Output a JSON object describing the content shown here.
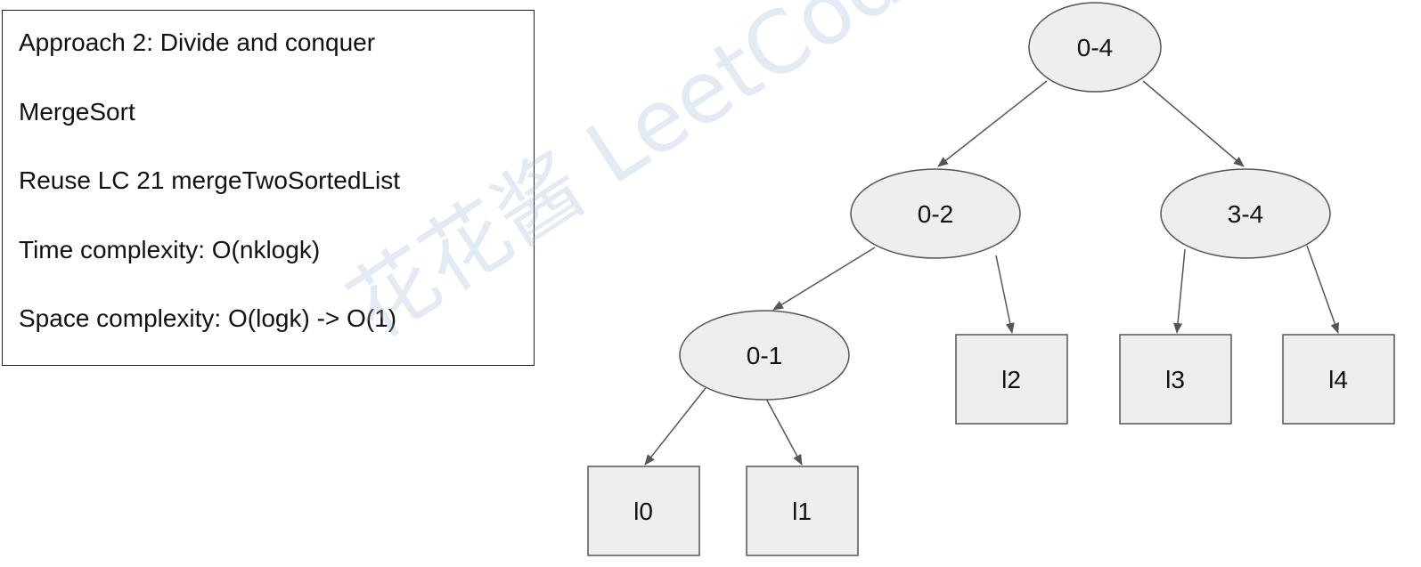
{
  "notes": {
    "lines": [
      "Approach 2: Divide and conquer",
      "MergeSort",
      "Reuse LC 21 mergeTwoSortedList",
      "Time complexity: O(nklogk)",
      "Space complexity: O(logk) -> O(1)"
    ]
  },
  "tree": {
    "nodes": [
      {
        "id": "n04",
        "label": "0-4",
        "shape": "ellipse"
      },
      {
        "id": "n02",
        "label": "0-2",
        "shape": "ellipse"
      },
      {
        "id": "n34",
        "label": "3-4",
        "shape": "ellipse"
      },
      {
        "id": "n01",
        "label": "0-1",
        "shape": "ellipse"
      },
      {
        "id": "l2",
        "label": "l2",
        "shape": "box"
      },
      {
        "id": "l3",
        "label": "l3",
        "shape": "box"
      },
      {
        "id": "l4",
        "label": "l4",
        "shape": "box"
      },
      {
        "id": "l0",
        "label": "l0",
        "shape": "box"
      },
      {
        "id": "l1",
        "label": "l1",
        "shape": "box"
      }
    ],
    "edges": [
      {
        "from": "n04",
        "to": "n02"
      },
      {
        "from": "n04",
        "to": "n34"
      },
      {
        "from": "n02",
        "to": "n01"
      },
      {
        "from": "n02",
        "to": "l2"
      },
      {
        "from": "n34",
        "to": "l3"
      },
      {
        "from": "n34",
        "to": "l4"
      },
      {
        "from": "n01",
        "to": "l0"
      },
      {
        "from": "n01",
        "to": "l1"
      }
    ],
    "colors": {
      "node_fill": "#eeeeee",
      "node_stroke": "#555555",
      "edge": "#555555"
    }
  },
  "watermark": "花花酱 LeetCode zxi.mytechroad.com/blog/"
}
